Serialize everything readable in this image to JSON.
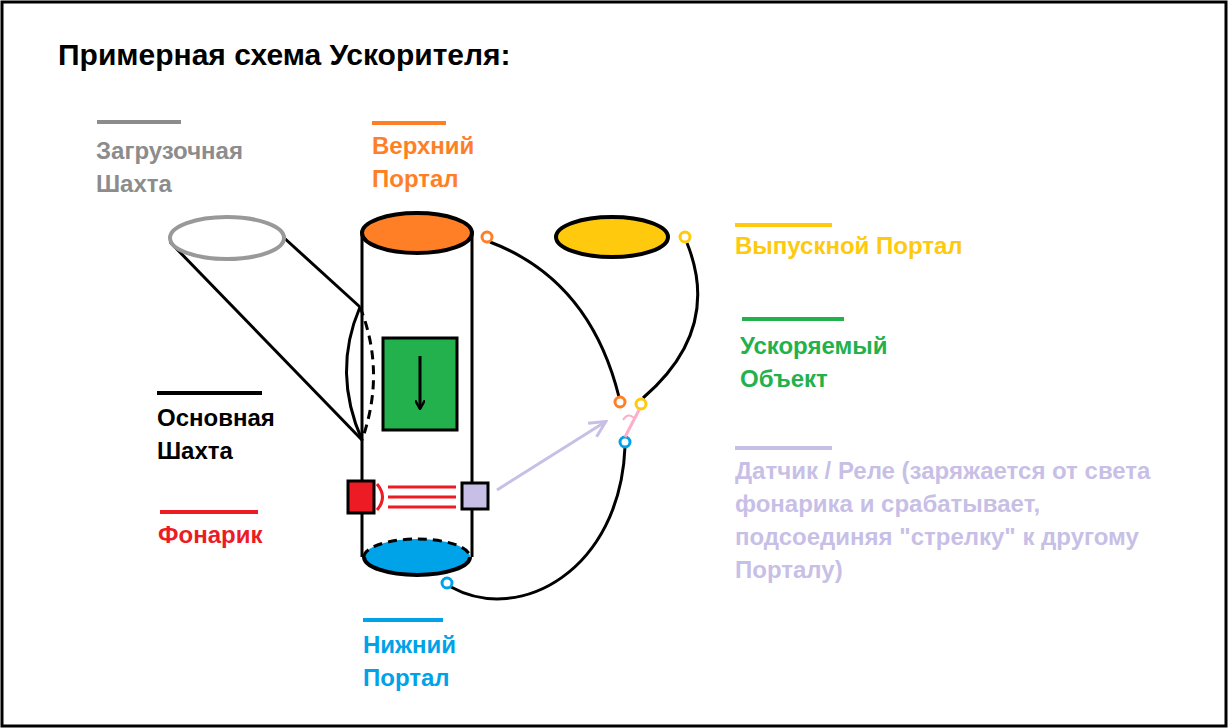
{
  "diagram": {
    "title": "Примерная схема Ускорителя:",
    "legend": [
      {
        "text": "Загрузочная Шахта",
        "color": "#8c8c8c"
      },
      {
        "text": "Верхний Портал",
        "color": "#ff7f27"
      },
      {
        "text": "Выпускной Портал",
        "color": "#ffc90e"
      },
      {
        "text": "Ускоряемый Объект",
        "color": "#22b14c"
      },
      {
        "text": "Основная Шахта",
        "color": "#000000"
      },
      {
        "text": "Датчик / Реле (заряжается от света фонарика и срабатывает, подсоединяя \"стрелку\" к другому Порталу)",
        "color": "#c8bfe7"
      },
      {
        "text": "Фонарик",
        "color": "#ed1c24"
      },
      {
        "text": "Нижний Портал",
        "color": "#00a2e8"
      }
    ]
  }
}
